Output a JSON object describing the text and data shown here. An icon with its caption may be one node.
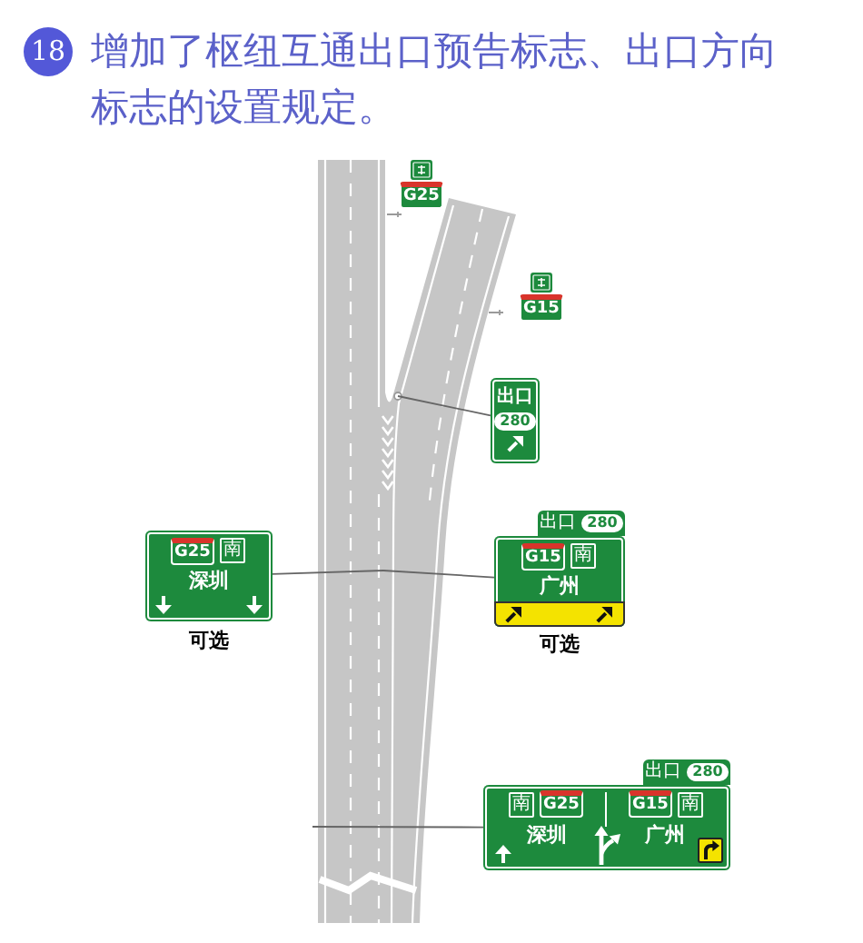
{
  "diagram": {
    "title": "增加了枢纽互通出口预告标志、出口方向标志的设置规定。",
    "nodes": [
      {
        "text": [
          "18"
        ]
      },
      {
        "text": [
          "G25"
        ]
      },
      {
        "text": [
          "G15"
        ]
      },
      {
        "text": [
          "出口",
          "280"
        ]
      },
      {
        "text": [
          "深圳"
        ],
        "beside": [
          "可选"
        ]
      },
      {
        "text": [
          "G25"
        ],
        "in": 4
      },
      {
        "text": [
          "南"
        ],
        "in": 4
      },
      {
        "text": [
          "出口",
          "280"
        ]
      },
      {
        "text": [
          "广州"
        ],
        "beside": [
          "可选"
        ]
      },
      {
        "text": [
          "G15"
        ],
        "in": 8
      },
      {
        "text": [
          "南"
        ],
        "in": 8
      },
      {
        "text": [
          "出口",
          "280"
        ]
      },
      {
        "text": [
          "深圳",
          "广州"
        ]
      },
      {
        "text": [
          "南"
        ],
        "in": 12
      },
      {
        "text": [
          "G25"
        ],
        "in": 12
      },
      {
        "text": [
          "G15"
        ],
        "in": 12
      },
      {
        "text": [
          "南"
        ],
        "in": 12
      }
    ],
    "edges": [
      {
        "from": 3,
        "to": null,
        "arrow": "none"
      },
      {
        "from": 4,
        "to": null,
        "arrow": "none"
      },
      {
        "from": 8,
        "to": null,
        "arrow": "none"
      },
      {
        "from": 12,
        "to": null,
        "arrow": "none"
      }
    ]
  }
}
